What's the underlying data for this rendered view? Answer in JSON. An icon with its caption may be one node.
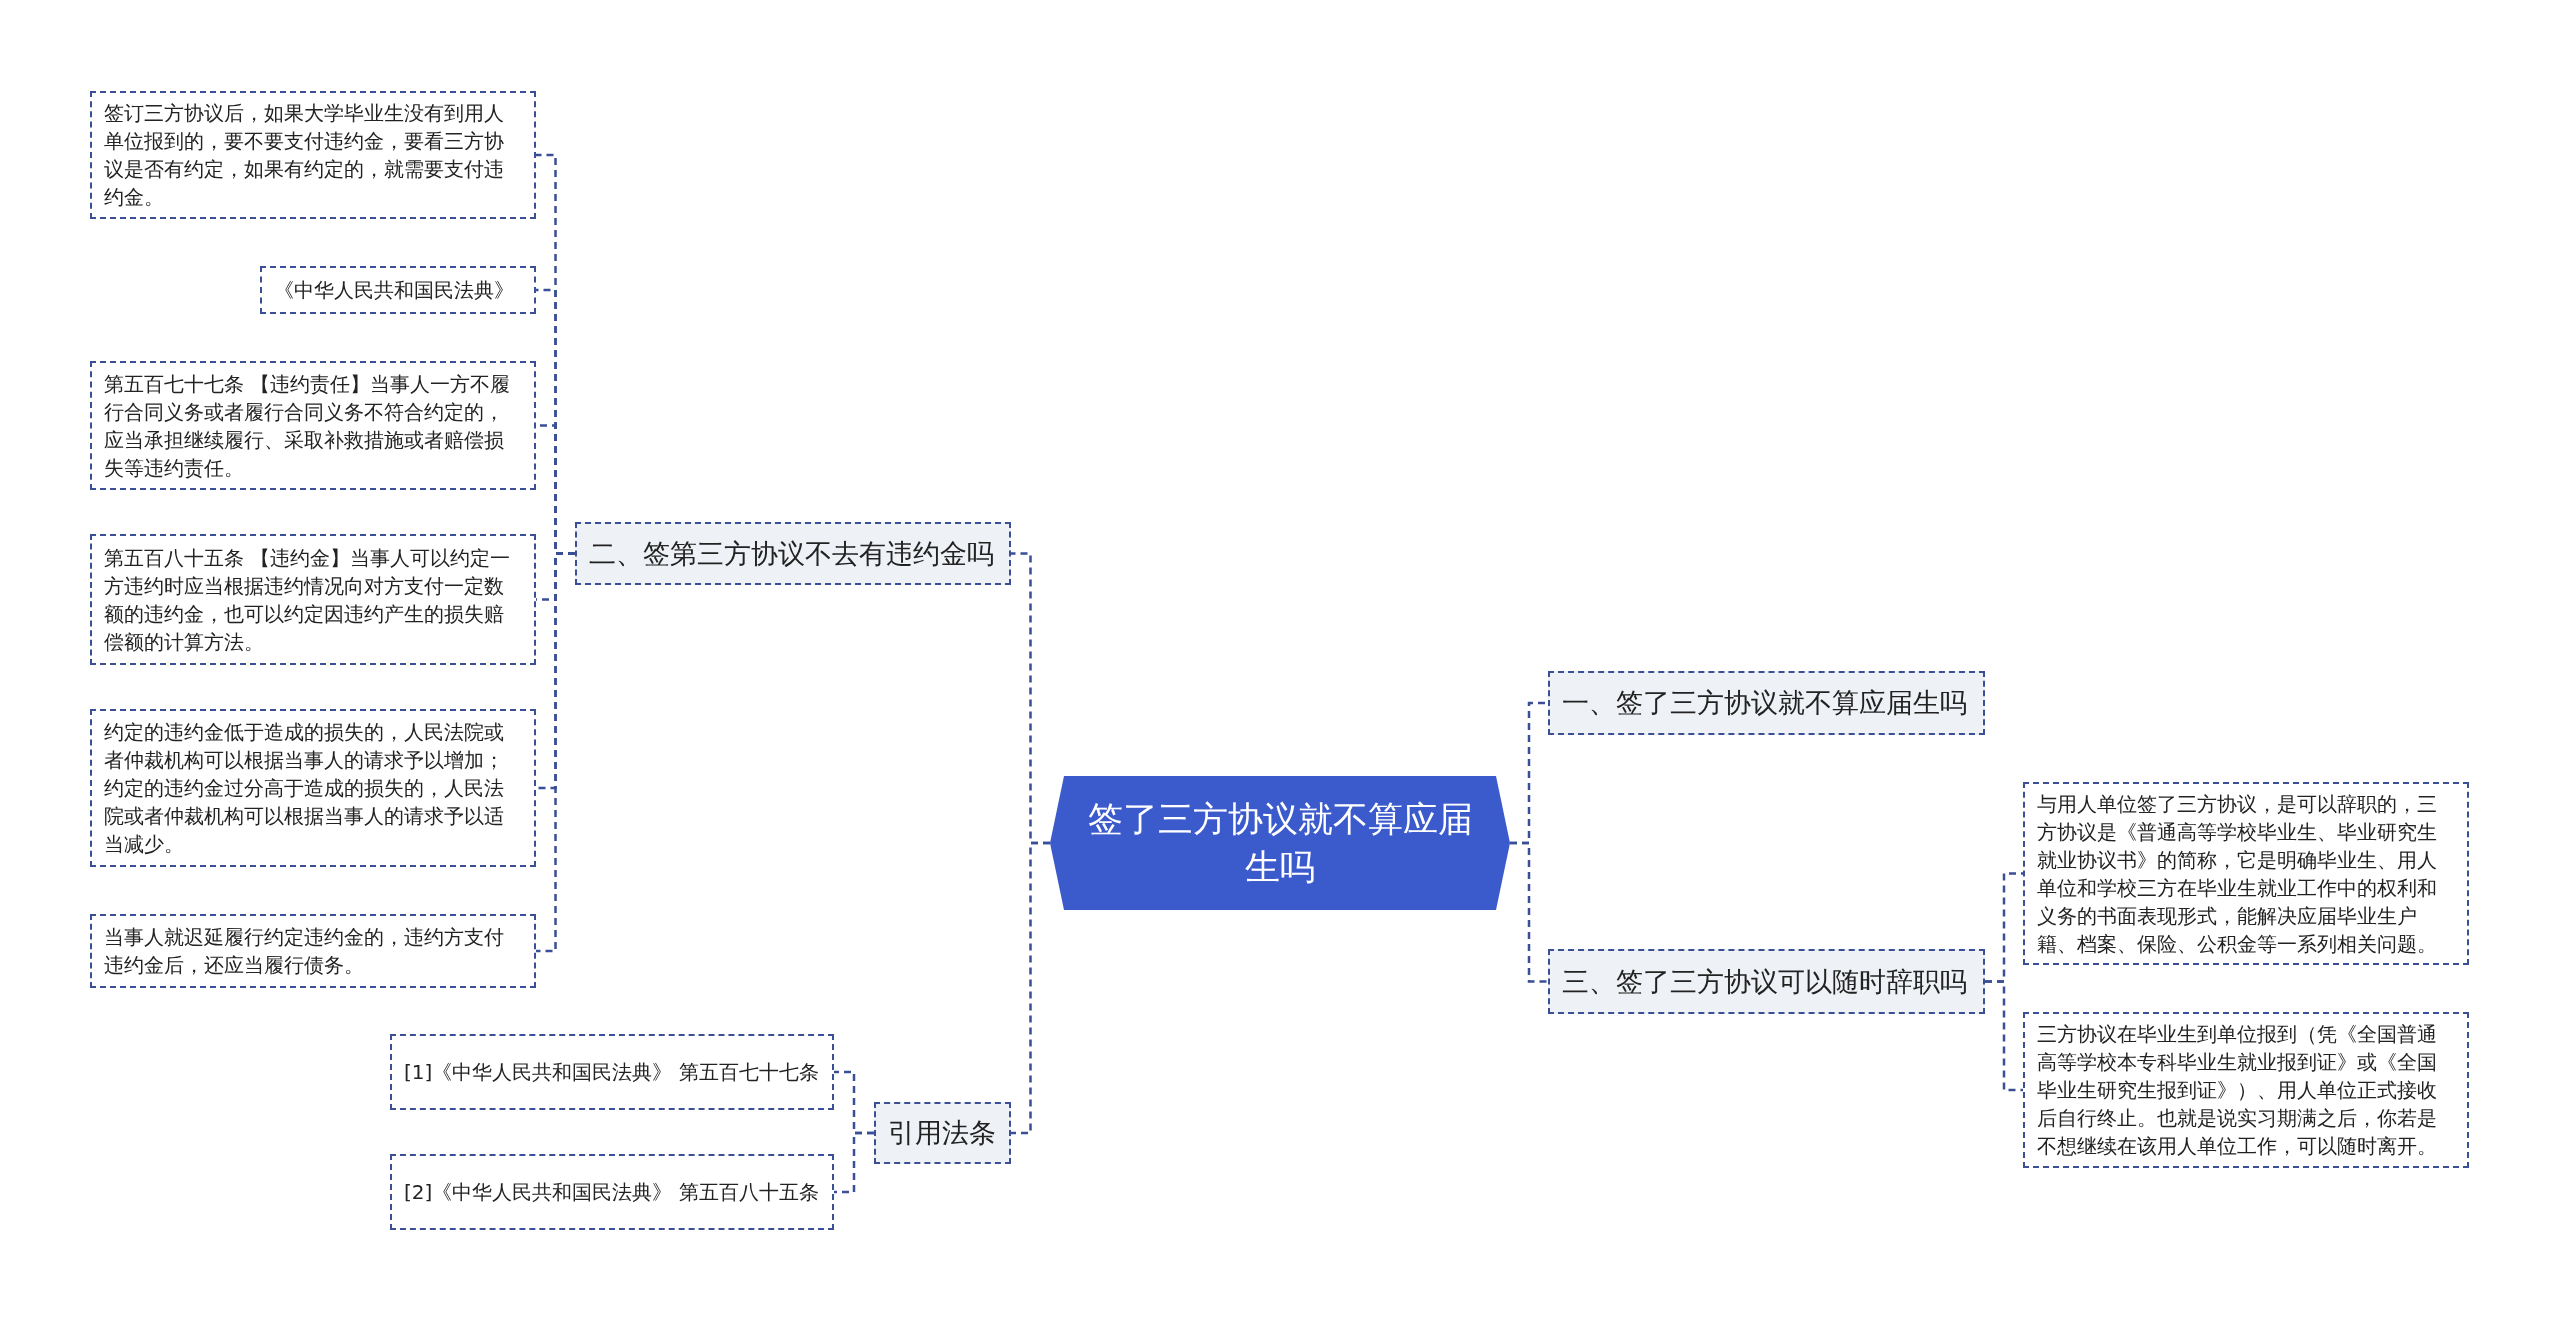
{
  "diagram": {
    "nodes": [
      {
        "text": [
          "签了三方协议就不算应届生吗"
        ]
      },
      {
        "text": [
          "一、签了三方协议就不算应届生吗"
        ]
      },
      {
        "text": [
          "二、签第三方协议不去有违约金吗"
        ]
      },
      {
        "text": [
          "签订三方协议后，如果大学毕业生没有到用人单位报到的，要不要支付违约金，要看三方协议是否有约定，如果有约定的，就需要支付违约金。"
        ]
      },
      {
        "text": [
          "《中华人民共和国民法典》"
        ]
      },
      {
        "text": [
          "第五百七十七条 【违约责任】当事人一方不履行合同义务或者履行合同义务不符合约定的，应当承担继续履行、采取补救措施或者赔偿损失等违约责任。"
        ]
      },
      {
        "text": [
          "第五百八十五条 【违约金】当事人可以约定一方违约时应当根据违约情况向对方支付一定数额的违约金，也可以约定因违约产生的损失赔偿额的计算方法。"
        ]
      },
      {
        "text": [
          "约定的违约金低于造成的损失的，人民法院或者仲裁机构可以根据当事人的请求予以增加；约定的违约金过分高于造成的损失的，人民法院或者仲裁机构可以根据当事人的请求予以适当减少。"
        ]
      },
      {
        "text": [
          "当事人就迟延履行约定违约金的，违约方支付违约金后，还应当履行债务。"
        ]
      },
      {
        "text": [
          "三、签了三方协议可以随时辞职吗"
        ]
      },
      {
        "text": [
          "与用人单位签了三方协议，是可以辞职的，三方协议是《普通高等学校毕业生、毕业研究生就业协议书》的简称，它是明确毕业生、用人单位和学校三方在毕业生就业工作中的权利和义务的书面表现形式，能解决应届毕业生户籍、档案、保险、公积金等一系列相关问题。"
        ]
      },
      {
        "text": [
          "三方协议在毕业生到单位报到（凭《全国普通高等学校本专科毕业生就业报到证》或《全国毕业生研究生报到证》）、用人单位正式接收后自行终止。也就是说实习期满之后，你若是不想继续在该用人单位工作，可以随时离开。"
        ]
      },
      {
        "text": [
          "引用法条"
        ]
      },
      {
        "text": [
          "[1]《中华人民共和国民法典》 第五百七十七条"
        ]
      },
      {
        "text": [
          "[2]《中华人民共和国民法典》 第五百八十五条"
        ]
      }
    ],
    "edges": [
      {
        "from": 0,
        "to": 1,
        "arrow": "none",
        "style": "dashed"
      },
      {
        "from": 0,
        "to": 2,
        "arrow": "none",
        "style": "dashed"
      },
      {
        "from": 2,
        "to": 3,
        "arrow": "none",
        "style": "dashed"
      },
      {
        "from": 2,
        "to": 4,
        "arrow": "none",
        "style": "dashed"
      },
      {
        "from": 2,
        "to": 5,
        "arrow": "none",
        "style": "dashed"
      },
      {
        "from": 2,
        "to": 6,
        "arrow": "none",
        "style": "dashed"
      },
      {
        "from": 2,
        "to": 7,
        "arrow": "none",
        "style": "dashed"
      },
      {
        "from": 2,
        "to": 8,
        "arrow": "none",
        "style": "dashed"
      },
      {
        "from": 0,
        "to": 9,
        "arrow": "none",
        "style": "dashed"
      },
      {
        "from": 9,
        "to": 10,
        "arrow": "none",
        "style": "dashed"
      },
      {
        "from": 9,
        "to": 11,
        "arrow": "none",
        "style": "dashed"
      },
      {
        "from": 0,
        "to": 12,
        "arrow": "none",
        "style": "dashed"
      },
      {
        "from": 12,
        "to": 13,
        "arrow": "none",
        "style": "dashed"
      },
      {
        "from": 12,
        "to": 14,
        "arrow": "none",
        "style": "dashed"
      }
    ]
  }
}
